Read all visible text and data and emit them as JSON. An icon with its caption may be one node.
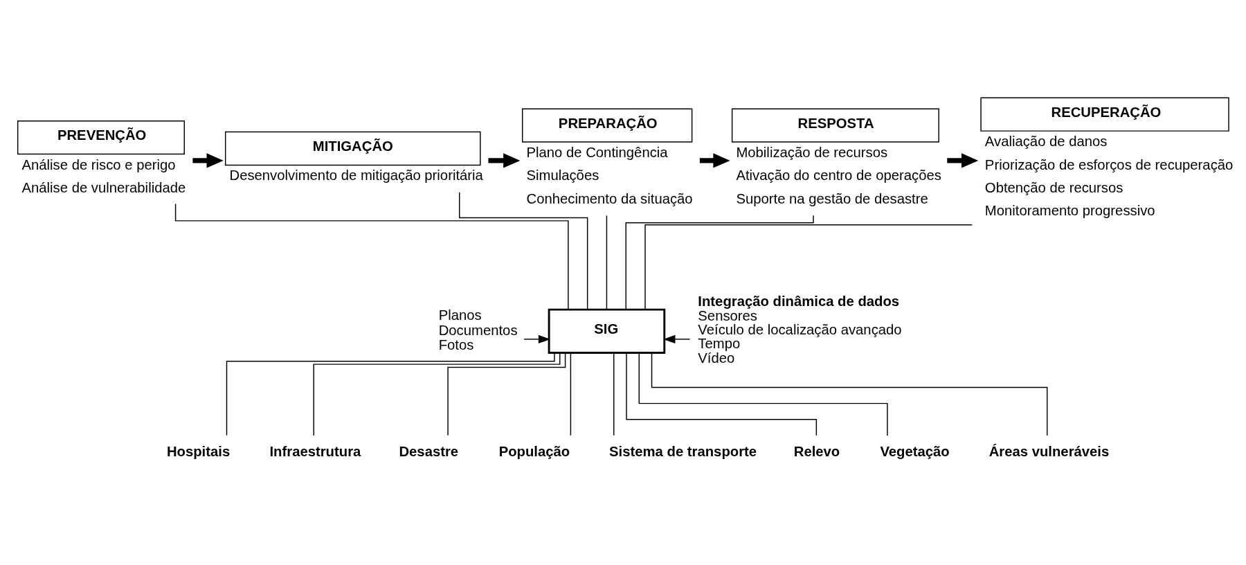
{
  "diagram": {
    "nodes": [
      {
        "text": [
          "PREVENÇÃO"
        ],
        "beside": [
          "Análise de risco e perigo",
          "Análise de vulnerabilidade"
        ]
      },
      {
        "text": [
          "MITIGAÇÃO"
        ],
        "beside": [
          "Desenvolvimento de mitigação prioritária"
        ]
      },
      {
        "text": [
          "PREPARAÇÃO"
        ],
        "beside": [
          "Plano de Contingência",
          "Simulações",
          "Conhecimento da situação"
        ]
      },
      {
        "text": [
          "RESPOSTA"
        ],
        "beside": [
          "Mobilização de recursos",
          "Ativação do centro de operações",
          "Suporte na gestão de desastre"
        ]
      },
      {
        "text": [
          "RECUPERAÇÃO"
        ],
        "beside": [
          "Avaliação de danos",
          "Priorização de esforços de recuperação",
          "Obtenção de recursos",
          "Monitoramento progressivo"
        ]
      },
      {
        "text": [
          "SIG"
        ]
      },
      {
        "text": [
          "Planos",
          "Documentos",
          "Fotos"
        ]
      },
      {
        "text": [
          "Integração dinâmica de dados",
          "Sensores",
          "Veículo de localização avançado",
          "Tempo",
          "Vídeo"
        ]
      },
      {
        "text": [
          "Hospitais"
        ]
      },
      {
        "text": [
          "Infraestrutura"
        ]
      },
      {
        "text": [
          "Desastre"
        ]
      },
      {
        "text": [
          "População"
        ]
      },
      {
        "text": [
          "Sistema de transporte"
        ]
      },
      {
        "text": [
          "Relevo"
        ]
      },
      {
        "text": [
          "Vegetação"
        ]
      },
      {
        "text": [
          "Áreas vulneráveis"
        ]
      }
    ],
    "edges": [
      {
        "from": 0,
        "to": 1,
        "arrow": "to",
        "style": "thick"
      },
      {
        "from": 1,
        "to": 2,
        "arrow": "to",
        "style": "thick"
      },
      {
        "from": 2,
        "to": 3,
        "arrow": "to",
        "style": "thick"
      },
      {
        "from": 3,
        "to": 4,
        "arrow": "to",
        "style": "thick"
      },
      {
        "from": 0,
        "to": 5,
        "arrow": "none"
      },
      {
        "from": 1,
        "to": 5,
        "arrow": "none"
      },
      {
        "from": 2,
        "to": 5,
        "arrow": "none"
      },
      {
        "from": 3,
        "to": 5,
        "arrow": "none"
      },
      {
        "from": 4,
        "to": 5,
        "arrow": "none"
      },
      {
        "from": 6,
        "to": 5,
        "arrow": "to"
      },
      {
        "from": 7,
        "to": 5,
        "arrow": "to"
      },
      {
        "from": 5,
        "to": 8,
        "arrow": "none"
      },
      {
        "from": 5,
        "to": 9,
        "arrow": "none"
      },
      {
        "from": 5,
        "to": 10,
        "arrow": "none"
      },
      {
        "from": 5,
        "to": 11,
        "arrow": "none"
      },
      {
        "from": 5,
        "to": 12,
        "arrow": "none"
      },
      {
        "from": 5,
        "to": 13,
        "arrow": "none"
      },
      {
        "from": 5,
        "to": 14,
        "arrow": "none"
      },
      {
        "from": 5,
        "to": 15,
        "arrow": "none"
      }
    ]
  }
}
